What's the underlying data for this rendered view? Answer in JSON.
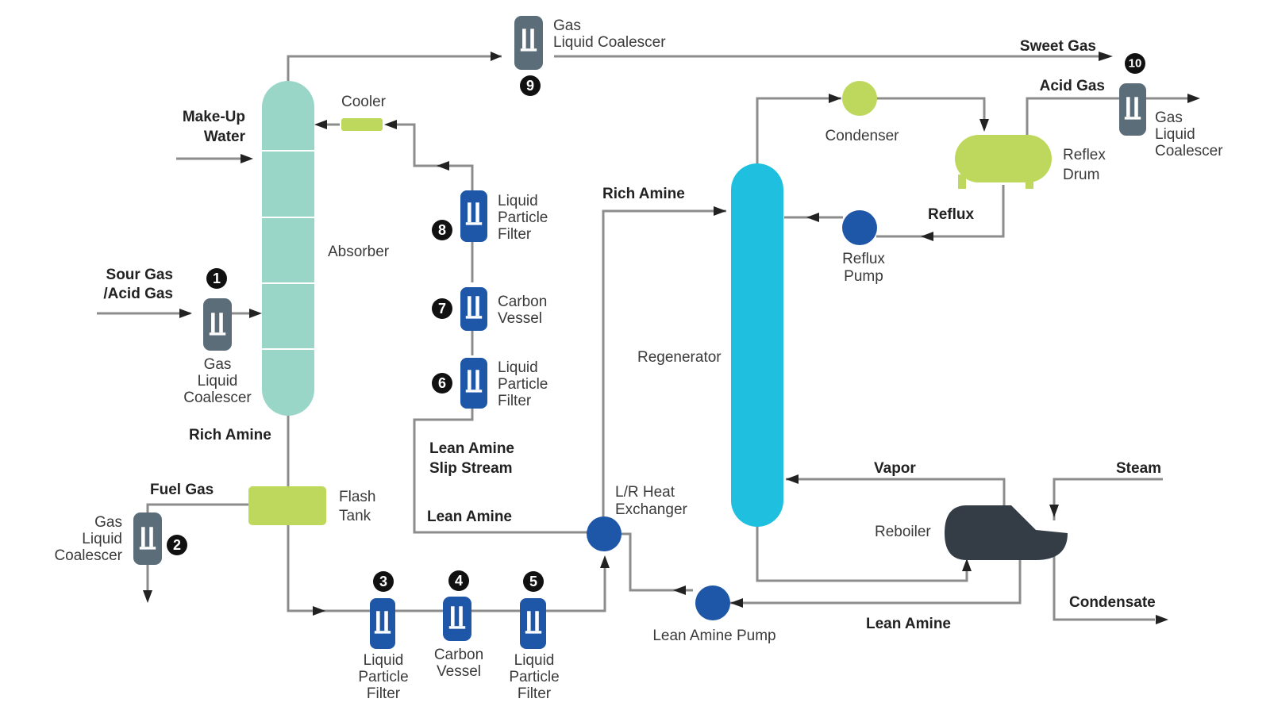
{
  "colors": {
    "absorber": "#9ad6c8",
    "regenerator": "#1fc0df",
    "green": "#bdd85c",
    "filter_blue": "#1f57a8",
    "coalescer_gray": "#5a6d78",
    "pump_blue": "#1f57a8",
    "reboiler": "#343d46",
    "pipe": "#8c8c8c",
    "badge": "#111111"
  },
  "labels": {
    "sweet_gas": "Sweet Gas",
    "acid_gas": "Acid Gas",
    "make_up_water_1": "Make-Up",
    "make_up_water_2": "Water",
    "sour_gas_1": "Sour Gas",
    "sour_gas_2": "/Acid Gas",
    "rich_amine_left": "Rich Amine",
    "fuel_gas": "Fuel Gas",
    "lean_amine_slip_1": "Lean Amine",
    "lean_amine_slip_2": "Slip Stream",
    "lean_amine_mid": "Lean Amine",
    "rich_amine_mid": "Rich Amine",
    "reflux": "Reflux",
    "vapor": "Vapor",
    "steam": "Steam",
    "condensate": "Condensate",
    "lean_amine_bottom": "Lean Amine"
  },
  "equipment": {
    "absorber": "Absorber",
    "cooler": "Cooler",
    "flash_tank_1": "Flash",
    "flash_tank_2": "Tank",
    "regenerator": "Regenerator",
    "condenser": "Condenser",
    "reflux_drum_1": "Reflex",
    "reflux_drum_2": "Drum",
    "reflux_pump_1": "Reflux",
    "reflux_pump_2": "Pump",
    "heat_exchanger_1": "L/R Heat",
    "heat_exchanger_2": "Exchanger",
    "reboiler": "Reboiler",
    "lean_amine_pump": "Lean Amine Pump"
  },
  "components": [
    {
      "number": "1",
      "lines": [
        "Gas",
        "Liquid",
        "Coalescer"
      ]
    },
    {
      "number": "2",
      "lines": [
        "Gas",
        "Liquid",
        "Coalescer"
      ]
    },
    {
      "number": "3",
      "lines": [
        "Liquid",
        "Particle",
        "Filter"
      ]
    },
    {
      "number": "4",
      "lines": [
        "Carbon",
        "Vessel"
      ]
    },
    {
      "number": "5",
      "lines": [
        "Liquid",
        "Particle",
        "Filter"
      ]
    },
    {
      "number": "6",
      "lines": [
        "Liquid",
        "Particle",
        "Filter"
      ]
    },
    {
      "number": "7",
      "lines": [
        "Carbon",
        "Vessel"
      ]
    },
    {
      "number": "8",
      "lines": [
        "Liquid",
        "Particle",
        "Filter"
      ]
    },
    {
      "number": "9",
      "lines": [
        "Gas",
        "Liquid Coalescer"
      ]
    },
    {
      "number": "10",
      "lines": [
        "Gas",
        "Liquid",
        "Coalescer"
      ]
    }
  ]
}
